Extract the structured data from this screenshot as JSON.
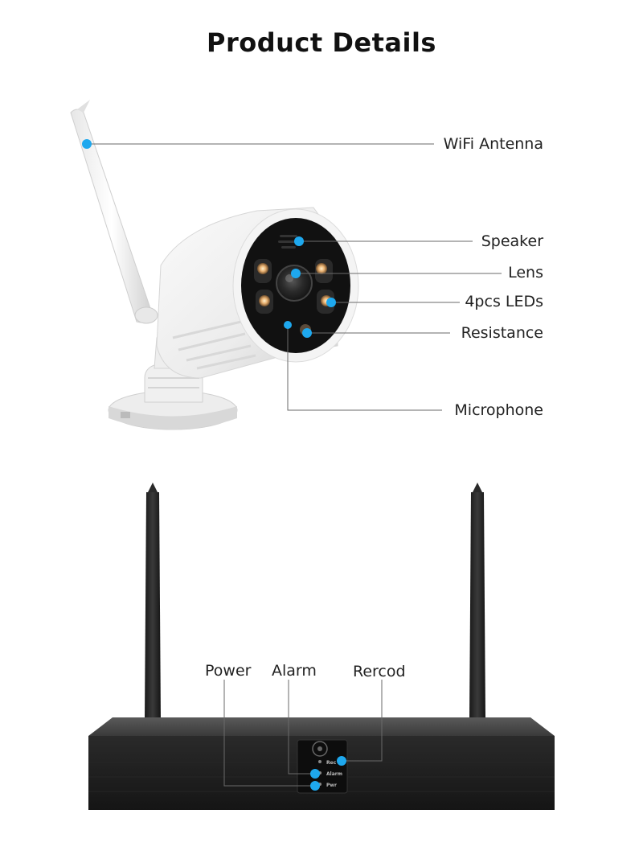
{
  "title": "Product Details",
  "camera_callouts": {
    "wifi_antenna": "WiFi Antenna",
    "speaker": "Speaker",
    "lens": "Lens",
    "leds": "4pcs LEDs",
    "resistance": "Resistance",
    "microphone": "Microphone"
  },
  "nvr_callouts": {
    "power": "Power",
    "alarm": "Alarm",
    "record": "Rercod"
  },
  "nvr_panel_text": {
    "rec": "Rec",
    "alarm": "Alarm",
    "pwr": "Pwr"
  },
  "colors": {
    "callout_dot": "#1ea8ee",
    "callout_line": "#6a6a6a",
    "nvr_body": "#1d1d1d",
    "camera_body": "#f2f2f2"
  }
}
